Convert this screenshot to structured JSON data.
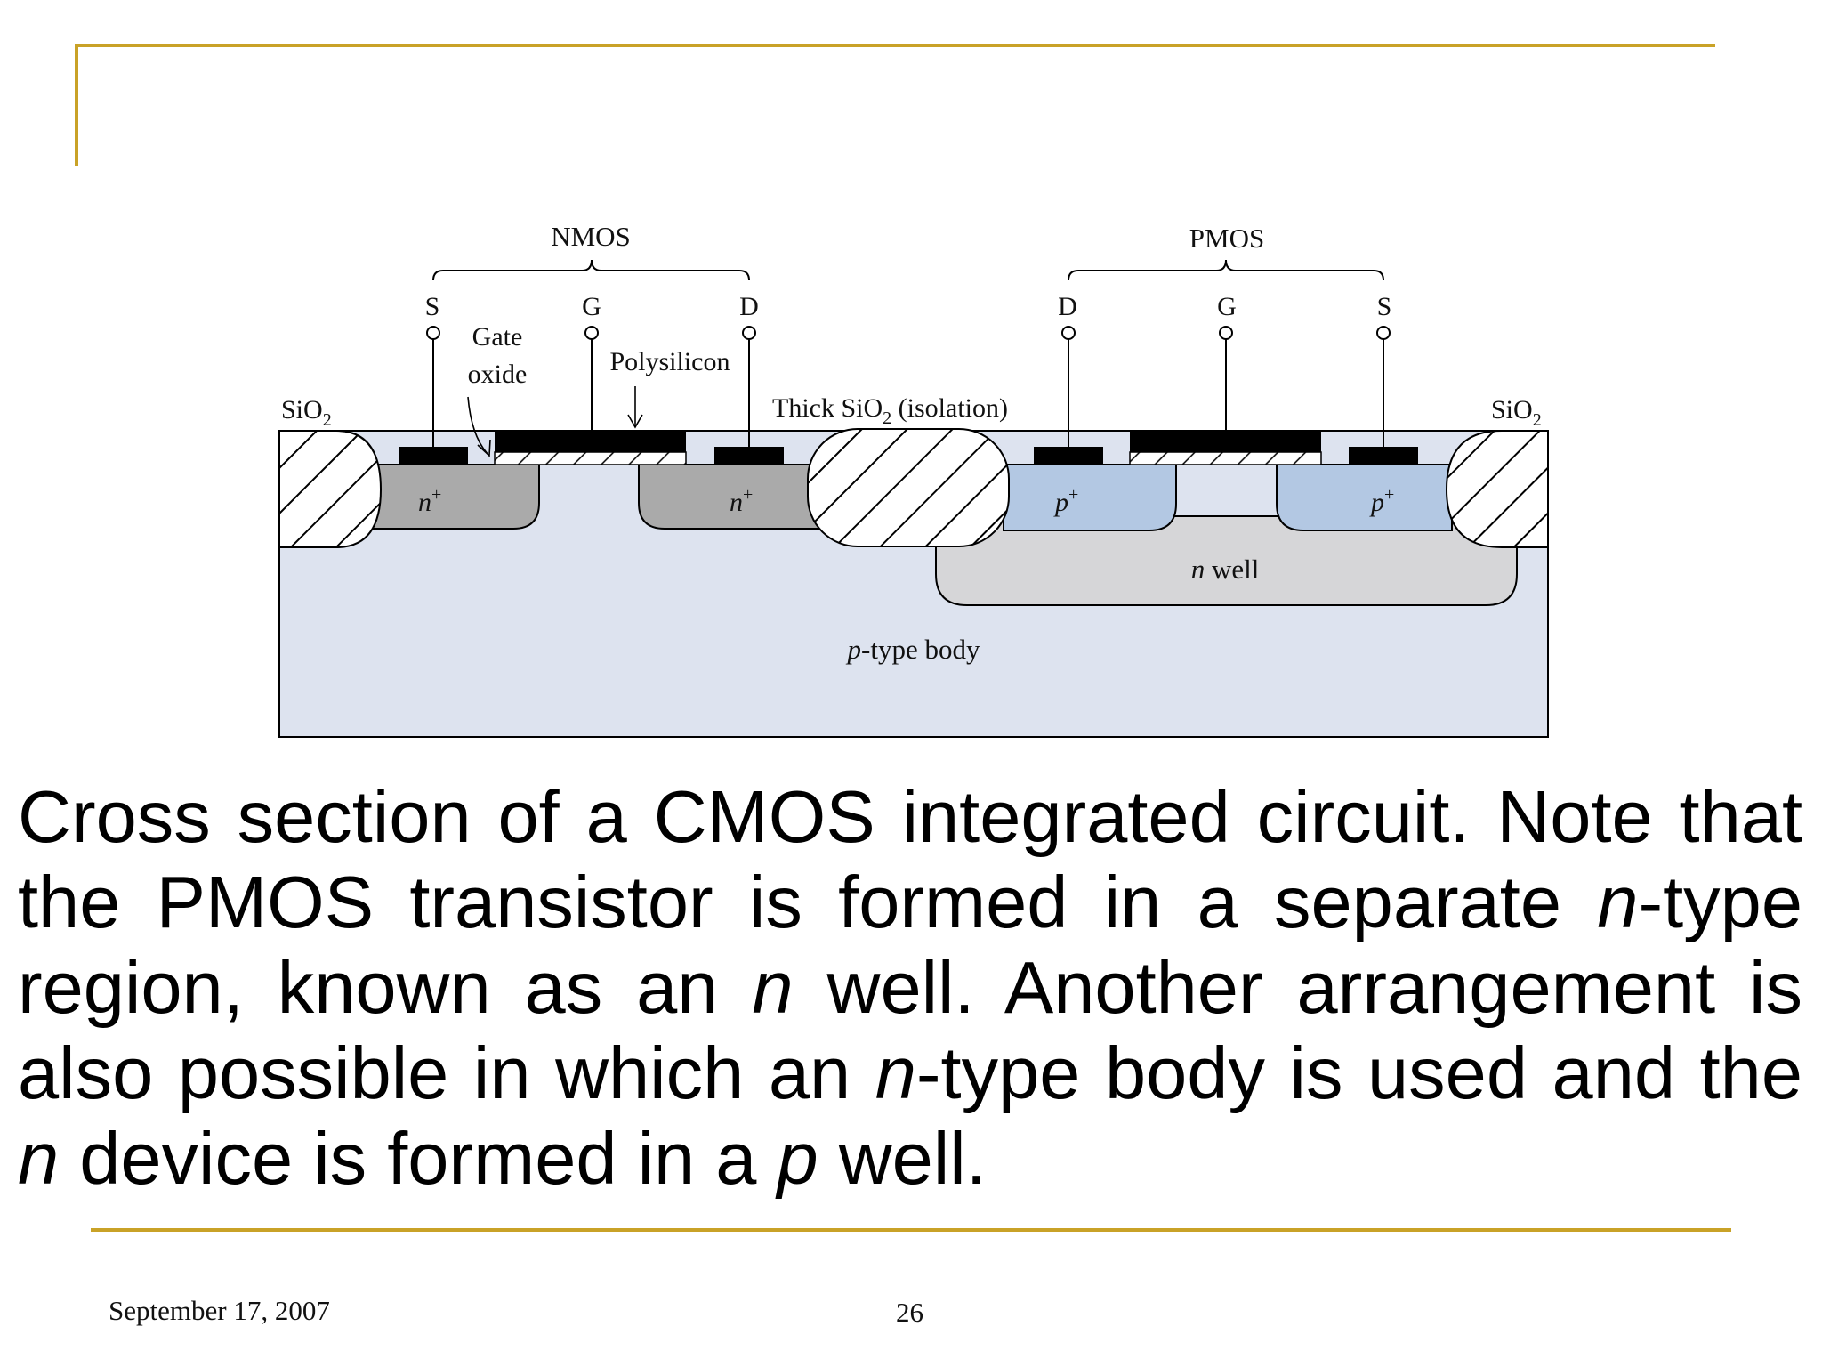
{
  "diagram": {
    "labels": {
      "nmos": "NMOS",
      "pmos": "PMOS",
      "nmos_s": "S",
      "nmos_g": "G",
      "nmos_d": "D",
      "pmos_d": "D",
      "pmos_g": "G",
      "pmos_s": "S",
      "gate_oxide_1": "Gate",
      "gate_oxide_2": "oxide",
      "polysilicon": "Polysilicon",
      "sio2_left_base": "SiO",
      "sio2_right_base": "SiO",
      "sub2": "2",
      "thick_sio2_pre": "Thick SiO",
      "thick_sio2_post": " (isolation)",
      "n_plus": "n",
      "p_plus": "p",
      "plus": "+",
      "n_well_italic": "n",
      "n_well_rest": " well",
      "p_body_italic": "p",
      "p_body_rest": "-type body"
    },
    "colors": {
      "frame": "#c9a227",
      "body": "#dde3ef",
      "n_region": "#aaaaaa",
      "p_region": "#b3c8e3",
      "n_well": "#d6d6d8",
      "metal": "#000000"
    }
  },
  "caption": {
    "p1": "Cross section of a CMOS integrated circuit.  Note that the PMOS transistor is formed in a separate ",
    "i1": "n",
    "p2": "-type region, known as an ",
    "i2": "n",
    "p3": " well.  Another arrangement is also possible in which an ",
    "i3": "n",
    "p4": "-type body is used and the ",
    "i4": "n",
    "p5": " device is formed in a ",
    "i5": "p",
    "p6": " well."
  },
  "footer": {
    "date": "September 17, 2007",
    "page": "26"
  }
}
